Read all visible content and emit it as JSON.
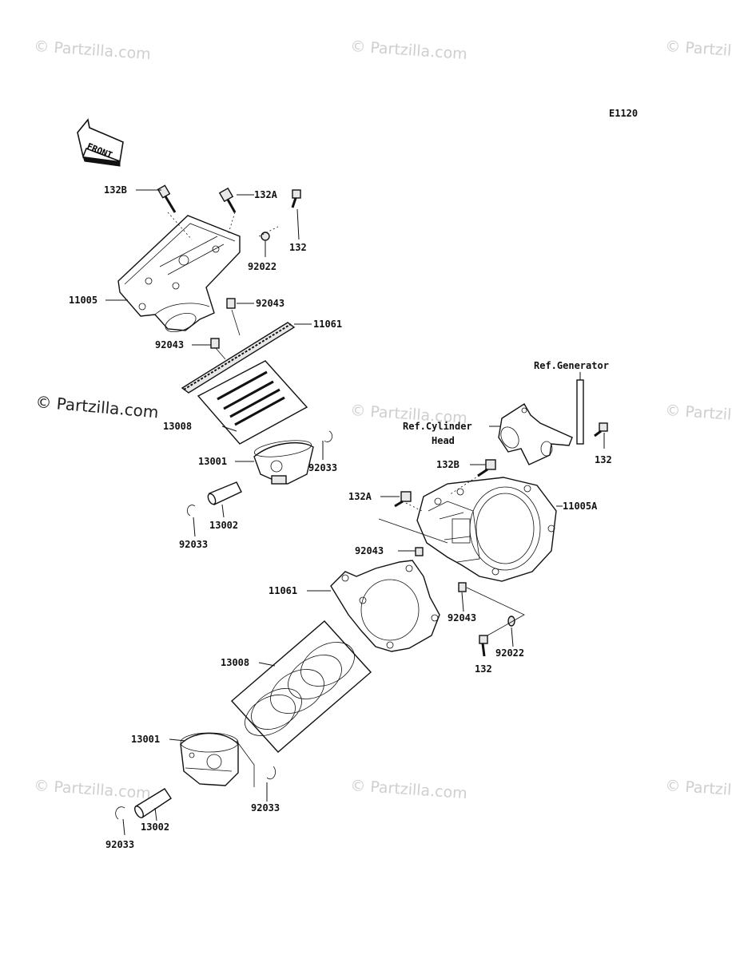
{
  "diagram_code": "E1120",
  "front_arrow_text": "FRONT",
  "watermarks": {
    "repeat": "© Partzilla.com",
    "main": "© Partzilla.com"
  },
  "references": {
    "generator": "Ref.Generator",
    "cylinder_head_line1": "Ref.Cylinder",
    "cylinder_head_line2": "Head"
  },
  "callouts_upper": {
    "bolt_132b": "132B",
    "bolt_132a": "132A",
    "bolt_132": "132",
    "washer_92022": "92022",
    "cylinder_11005": "11005",
    "dowel_92043_right": "92043",
    "gasket_11061": "11061",
    "dowel_92043_left": "92043",
    "ring_set_13008": "13008",
    "piston_13001": "13001",
    "clip_92033_right": "92033",
    "pin_13002": "13002",
    "clip_92033_left": "92033"
  },
  "callouts_lower": {
    "bolt_132b": "132B",
    "bolt_132_ref": "132",
    "bolt_132a": "132A",
    "cylinder_11005a": "11005A",
    "dowel_92043_left": "92043",
    "gasket_11061": "11061",
    "dowel_92043_right": "92043",
    "ring_set_13008": "13008",
    "bolt_132": "132",
    "washer_92022": "92022",
    "piston_13001": "13001",
    "clip_92033_right": "92033",
    "pin_13002": "13002",
    "clip_92033_left": "92033"
  }
}
